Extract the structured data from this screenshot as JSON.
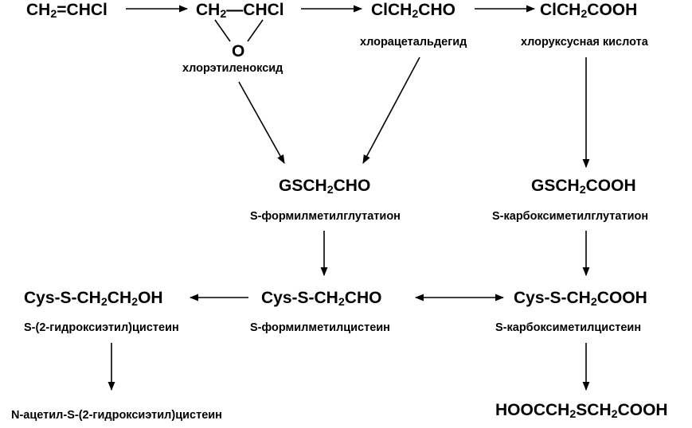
{
  "compounds": {
    "vinyl_chloride": {
      "p1": "CH",
      "s1": "2",
      "p2": "=CHCl"
    },
    "epoxide_top": {
      "p1": "CH",
      "s1": "2",
      "p2": "—CHCl"
    },
    "epoxide_o": "O",
    "epoxide_name": "хлорэтиленоксид",
    "chloroacetaldehyde": {
      "p1": "ClCH",
      "s1": "2",
      "p2": "CHO"
    },
    "chloroacetaldehyde_name": "хлорацетальдегид",
    "chloroacetic_acid": {
      "p1": "ClCH",
      "s1": "2",
      "p2": "COOH"
    },
    "chloroacetic_acid_name": "хлоруксусная кислота",
    "formylmethylglutathione": {
      "p1": "GSCH",
      "s1": "2",
      "p2": "CHO"
    },
    "formylmethylglutathione_name": "S-формилметилглутатион",
    "carboxymethylglutathione": {
      "p1": "GSCH",
      "s1": "2",
      "p2": "COOH"
    },
    "carboxymethylglutathione_name": "S-карбоксиметилглутатион",
    "hydroxyethylcysteine": {
      "p1": "Cys-S-CH",
      "s1": "2",
      "p2": "CH",
      "s2": "2",
      "p3": "OH"
    },
    "hydroxyethylcysteine_name": "S-(2-гидроксиэтил)цистеин",
    "formylmethylcysteine": {
      "p1": "Cys-S-CH",
      "s1": "2",
      "p2": "CHO"
    },
    "formylmethylcysteine_name": "S-формилметилцистеин",
    "carboxymethylcysteine": {
      "p1": "Cys-S-CH",
      "s1": "2",
      "p2": "COOH"
    },
    "carboxymethylcysteine_name": "S-карбоксиметилцистеин",
    "acetyl_hydroxyethylcysteine_name": "N-ацетил-S-(2-гидроксиэтил)цистеин",
    "thiodiglycolic_acid": {
      "p1": "HOOCCH",
      "s1": "2",
      "p2": "SCH",
      "s2": "2",
      "p3": "COOH"
    }
  }
}
